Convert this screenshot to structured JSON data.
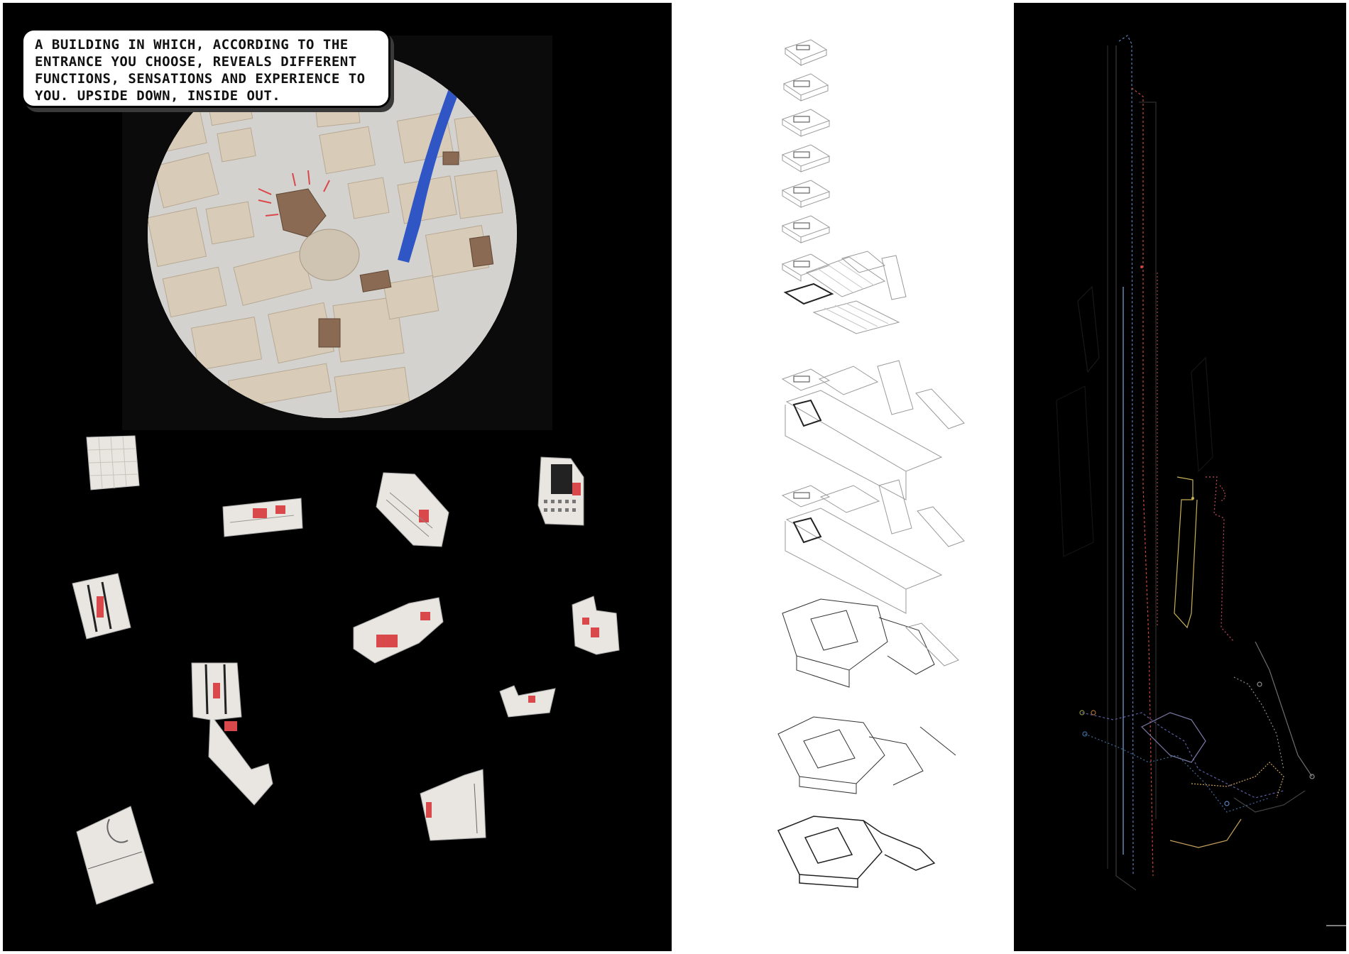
{
  "callout": {
    "text": "A BUILDING IN WHICH, ACCORDING TO THE ENTRANCE YOU CHOOSE, REVEALS DIFFERENT FUNCTIONS, SENSATIONS AND EXPERIENCE TO YOU. UPSIDE DOWN, INSIDE OUT."
  },
  "colors": {
    "background": "#000000",
    "model_white": "#e9e6e1",
    "model_beige": "#d9cdbd",
    "accent_red": "#d9484a",
    "canal_blue": "#2f56c4",
    "brown_building": "#8a6a52"
  },
  "panels": {
    "left": {
      "content": "site-model-photo-and-fragment-models"
    },
    "middle": {
      "content": "exploded-axonometric-floor-stack"
    },
    "right": {
      "content": "circulation-path-diagram"
    }
  }
}
